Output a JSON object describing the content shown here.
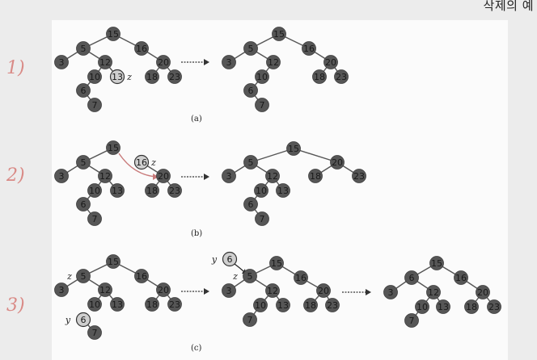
{
  "header": {
    "title": "삭제의 예"
  },
  "margin_marks": [
    "1)",
    "2)",
    "3)"
  ],
  "captions": [
    "(a)",
    "(b)",
    "(c)"
  ],
  "trees": [
    {
      "id": "a1",
      "nodes": [
        {
          "k": "15",
          "hl": false
        },
        {
          "k": "5",
          "hl": false
        },
        {
          "k": "16",
          "hl": false
        },
        {
          "k": "3",
          "hl": false
        },
        {
          "k": "12",
          "hl": false
        },
        {
          "k": "20",
          "hl": false
        },
        {
          "k": "10",
          "hl": false
        },
        {
          "k": "13",
          "hl": true,
          "label": "z"
        },
        {
          "k": "18",
          "hl": false
        },
        {
          "k": "23",
          "hl": false
        },
        {
          "k": "6",
          "hl": false
        },
        {
          "k": "7",
          "hl": false
        }
      ]
    },
    {
      "id": "a2",
      "nodes": [
        {
          "k": "15",
          "hl": false
        },
        {
          "k": "5",
          "hl": false
        },
        {
          "k": "16",
          "hl": false
        },
        {
          "k": "3",
          "hl": false
        },
        {
          "k": "12",
          "hl": false
        },
        {
          "k": "20",
          "hl": false
        },
        {
          "k": "10",
          "hl": false
        },
        {
          "k": "18",
          "hl": false
        },
        {
          "k": "23",
          "hl": false
        },
        {
          "k": "6",
          "hl": false
        },
        {
          "k": "7",
          "hl": false
        }
      ]
    },
    {
      "id": "b1",
      "nodes": [
        {
          "k": "15",
          "hl": false
        },
        {
          "k": "5",
          "hl": false
        },
        {
          "k": "16",
          "hl": true,
          "label": "z"
        },
        {
          "k": "3",
          "hl": false
        },
        {
          "k": "12",
          "hl": false
        },
        {
          "k": "20",
          "hl": false
        },
        {
          "k": "10",
          "hl": false
        },
        {
          "k": "13",
          "hl": false
        },
        {
          "k": "18",
          "hl": false
        },
        {
          "k": "23",
          "hl": false
        },
        {
          "k": "6",
          "hl": false
        },
        {
          "k": "7",
          "hl": false
        }
      ]
    },
    {
      "id": "b2",
      "nodes": [
        {
          "k": "15",
          "hl": false
        },
        {
          "k": "5",
          "hl": false
        },
        {
          "k": "20",
          "hl": false
        },
        {
          "k": "3",
          "hl": false
        },
        {
          "k": "12",
          "hl": false
        },
        {
          "k": "18",
          "hl": false
        },
        {
          "k": "23",
          "hl": false
        },
        {
          "k": "10",
          "hl": false
        },
        {
          "k": "13",
          "hl": false
        },
        {
          "k": "6",
          "hl": false
        },
        {
          "k": "7",
          "hl": false
        }
      ]
    },
    {
      "id": "c1",
      "nodes": [
        {
          "k": "15",
          "hl": false
        },
        {
          "k": "5",
          "hl": false,
          "label": "z"
        },
        {
          "k": "16",
          "hl": false
        },
        {
          "k": "3",
          "hl": false
        },
        {
          "k": "12",
          "hl": false
        },
        {
          "k": "20",
          "hl": false
        },
        {
          "k": "10",
          "hl": false
        },
        {
          "k": "13",
          "hl": false
        },
        {
          "k": "18",
          "hl": false
        },
        {
          "k": "23",
          "hl": false
        },
        {
          "k": "6",
          "hl": true,
          "label": "y"
        },
        {
          "k": "7",
          "hl": false
        }
      ]
    },
    {
      "id": "c2",
      "nodes": [
        {
          "k": "6",
          "hl": true,
          "label": "y"
        },
        {
          "k": "15",
          "hl": false
        },
        {
          "k": "5",
          "hl": false,
          "label": "z"
        },
        {
          "k": "16",
          "hl": false
        },
        {
          "k": "3",
          "hl": false
        },
        {
          "k": "12",
          "hl": false
        },
        {
          "k": "20",
          "hl": false
        },
        {
          "k": "10",
          "hl": false
        },
        {
          "k": "13",
          "hl": false
        },
        {
          "k": "18",
          "hl": false
        },
        {
          "k": "23",
          "hl": false
        },
        {
          "k": "7",
          "hl": false
        }
      ]
    },
    {
      "id": "c3",
      "nodes": [
        {
          "k": "15",
          "hl": false
        },
        {
          "k": "6",
          "hl": false
        },
        {
          "k": "16",
          "hl": false
        },
        {
          "k": "3",
          "hl": false
        },
        {
          "k": "12",
          "hl": false
        },
        {
          "k": "20",
          "hl": false
        },
        {
          "k": "10",
          "hl": false
        },
        {
          "k": "13",
          "hl": false
        },
        {
          "k": "18",
          "hl": false
        },
        {
          "k": "23",
          "hl": false
        },
        {
          "k": "7",
          "hl": false
        }
      ]
    }
  ],
  "colors": {
    "page": "#ececec",
    "figure": "#ffffff",
    "node": "#565656",
    "node_highlight": "#cfcfcf",
    "edge": "#555555",
    "accent_arrow": "#c97b7b",
    "margin_ink": "#d98a86"
  }
}
